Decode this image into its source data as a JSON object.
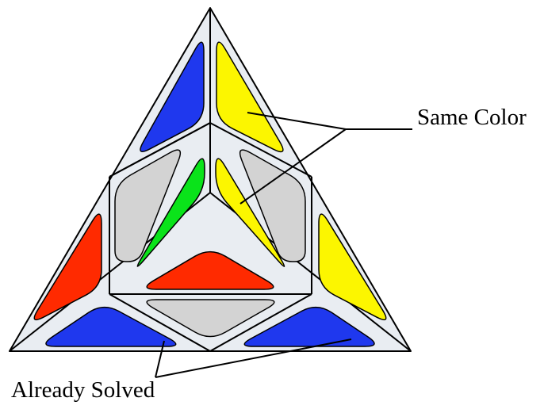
{
  "labels": {
    "same_color": "Same Color",
    "already_solved": "Already Solved"
  },
  "colors": {
    "frame": "#e9edf2",
    "outline": "#000000",
    "blue": "#1f38ee",
    "yellow": "#fcf600",
    "red": "#ff2a00",
    "green": "#0ae31a",
    "gray": "#d3d3d3"
  },
  "stickers": [
    {
      "id": "top-left",
      "color": "blue"
    },
    {
      "id": "top-right",
      "color": "yellow"
    },
    {
      "id": "mid-left",
      "color": "gray"
    },
    {
      "id": "mid-center-left",
      "color": "green"
    },
    {
      "id": "mid-center-right",
      "color": "yellow"
    },
    {
      "id": "mid-right",
      "color": "gray"
    },
    {
      "id": "left-edge",
      "color": "red"
    },
    {
      "id": "center-bottom",
      "color": "red"
    },
    {
      "id": "right-edge",
      "color": "yellow"
    },
    {
      "id": "bottom-left",
      "color": "blue"
    },
    {
      "id": "bottom-center",
      "color": "gray"
    },
    {
      "id": "bottom-right",
      "color": "blue"
    }
  ]
}
